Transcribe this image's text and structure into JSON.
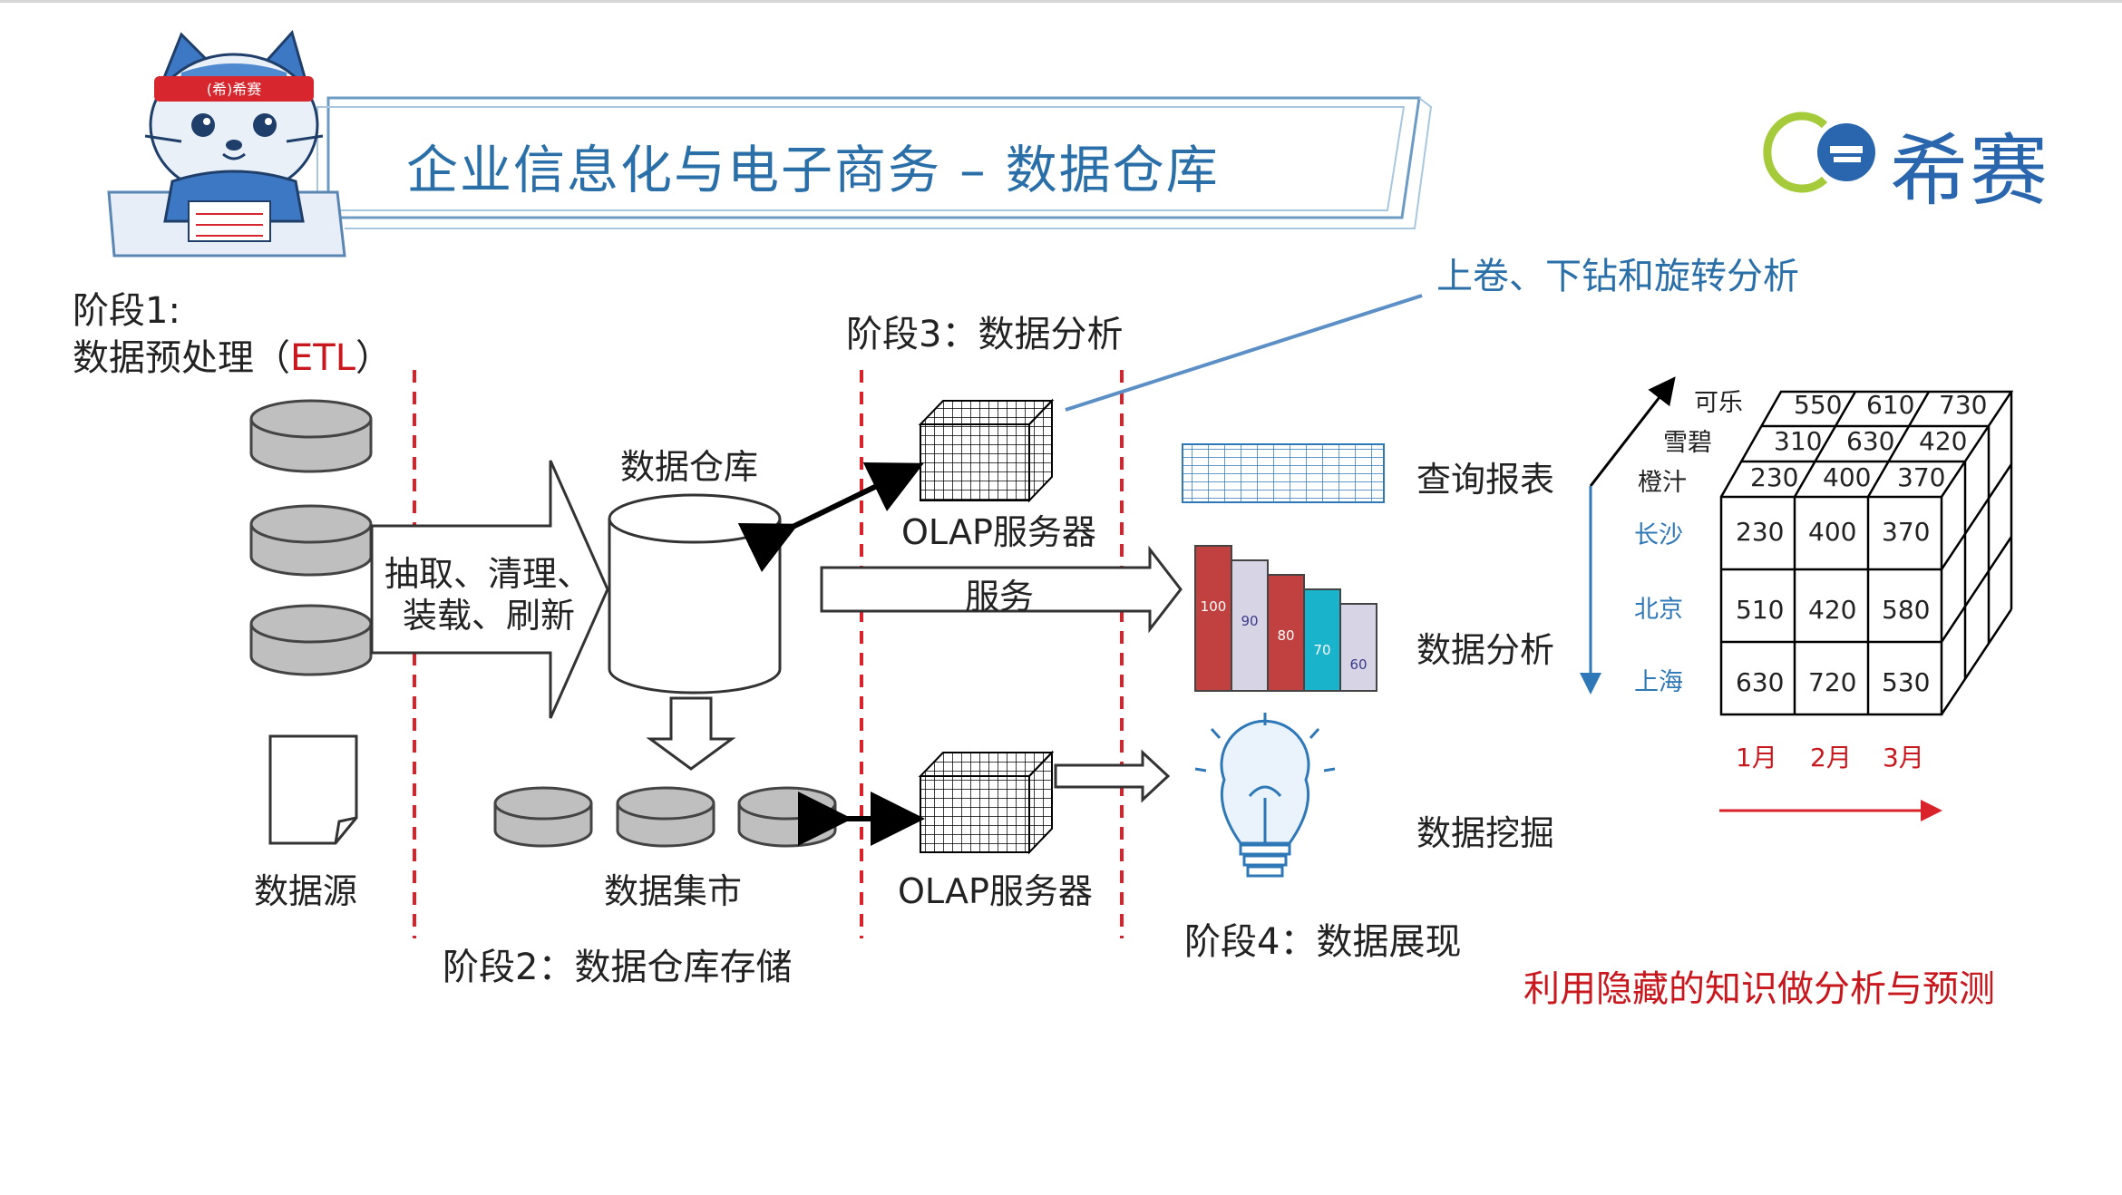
{
  "header": {
    "title": "企业信息化与电子商务 – 数据仓库",
    "brand_name": "希赛",
    "mascot_headband": "(希)希赛"
  },
  "stage1": {
    "label": "阶段1:",
    "sublabel_prefix": "数据预处理（",
    "sublabel_highlight": "ETL",
    "sublabel_suffix": "）"
  },
  "stage2": {
    "label": "阶段2：数据仓库存储"
  },
  "stage3": {
    "label": "阶段3：数据分析"
  },
  "stage4": {
    "label": "阶段4：数据展现"
  },
  "etl": {
    "line1": "抽取、清理、",
    "line2": "装载、刷新"
  },
  "nodes": {
    "data_source": "数据源",
    "data_warehouse": "数据仓库",
    "data_mart": "数据集市",
    "olap_server_top": "OLAP服务器",
    "olap_server_bottom": "OLAP服务器",
    "service": "服务"
  },
  "outputs": {
    "query_report": "查询报表",
    "data_analysis": "数据分析",
    "data_mining": "数据挖掘"
  },
  "olap_note": "上卷、下钻和旋转分析",
  "footer_note": "利用隐藏的知识做分析与预测",
  "bar_chart": {
    "values": [
      100,
      90,
      80,
      70,
      60
    ],
    "colors": [
      "#c0413f",
      "#d7d4e6",
      "#c0413f",
      "#19b3cc",
      "#d7d4e6"
    ]
  },
  "cube": {
    "products": [
      "可乐",
      "雪碧",
      "橙汁"
    ],
    "cities": [
      "长沙",
      "北京",
      "上海"
    ],
    "months": [
      "1月",
      "2月",
      "3月"
    ],
    "front": [
      [
        "230",
        "400",
        "370"
      ],
      [
        "510",
        "420",
        "580"
      ],
      [
        "630",
        "720",
        "530"
      ]
    ],
    "top_rows": [
      [
        "550",
        "610",
        "730"
      ],
      [
        "310",
        "630",
        "420"
      ],
      [
        "230",
        "400",
        "370"
      ]
    ]
  },
  "colors": {
    "accent_blue": "#2a6fa8",
    "accent_red": "#c9171e",
    "divider_red": "#d9222a"
  }
}
